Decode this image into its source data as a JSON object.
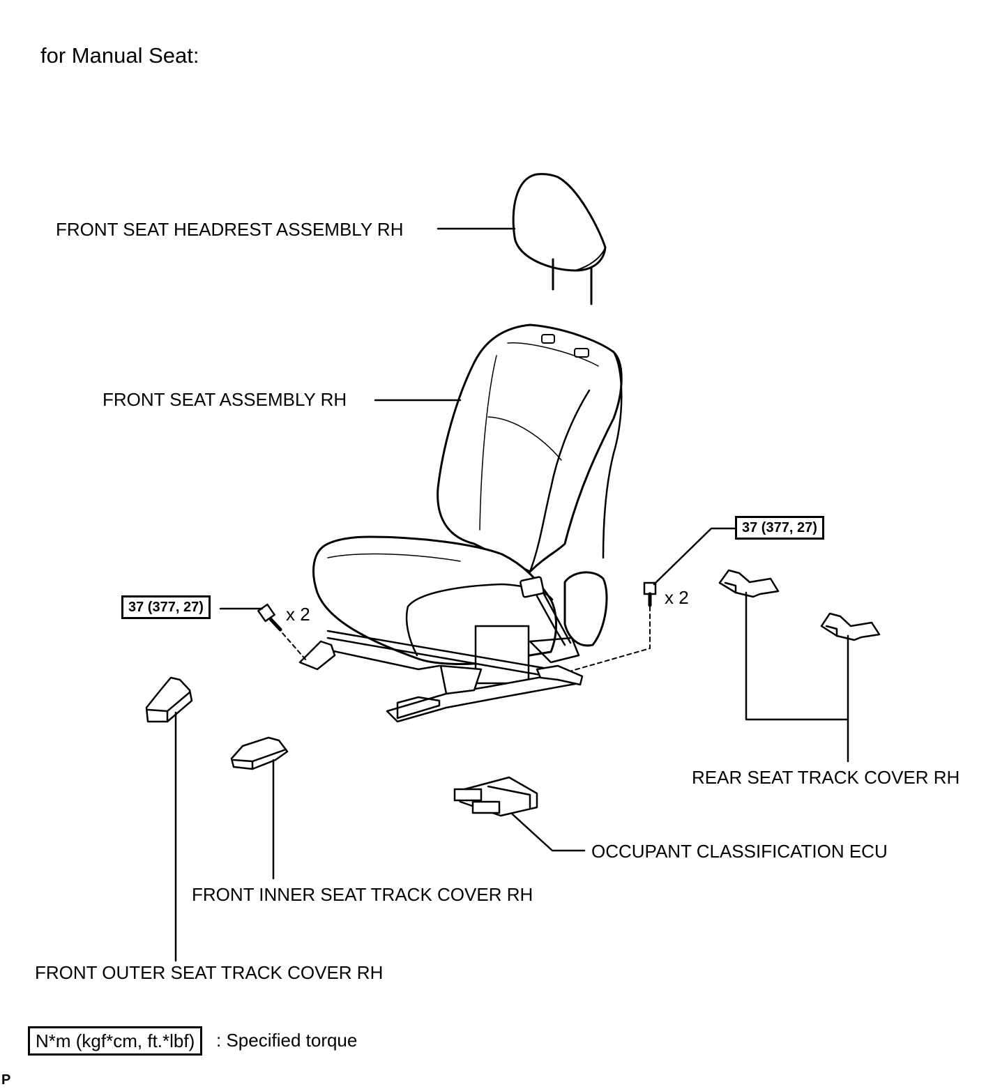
{
  "title": "for Manual Seat:",
  "labels": {
    "headrest": "FRONT SEAT HEADREST ASSEMBLY RH",
    "seat": "FRONT SEAT ASSEMBLY RH",
    "rear_cover": "REAR SEAT TRACK COVER RH",
    "ecu": "OCCUPANT CLASSIFICATION ECU",
    "inner_cover": "FRONT INNER SEAT TRACK COVER RH",
    "outer_cover": "FRONT OUTER SEAT TRACK COVER RH"
  },
  "torque": {
    "left": "37 (377, 27)",
    "right": "37 (377, 27)"
  },
  "bolt_qty": {
    "left": "x 2",
    "right": "x 2"
  },
  "legend": {
    "unit": "N*m (kgf*cm, ft.*lbf)",
    "text": ": Specified torque"
  },
  "corner_mark": "P"
}
